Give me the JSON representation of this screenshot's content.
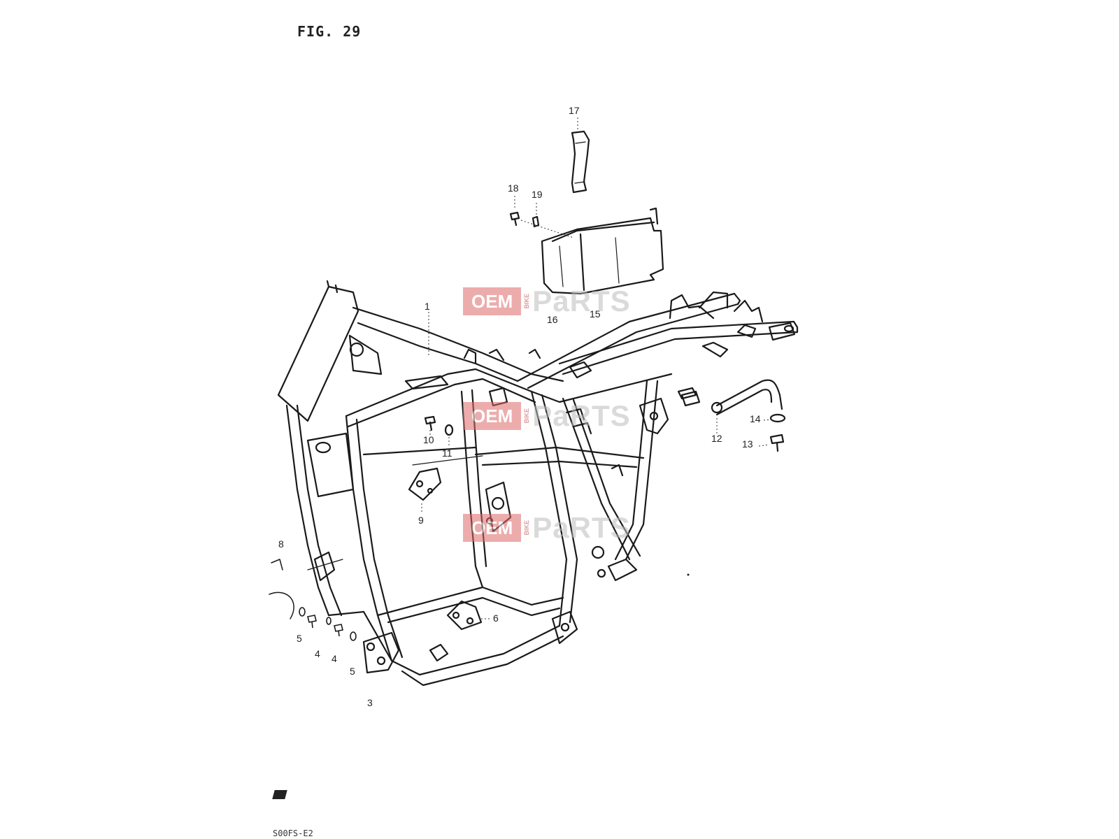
{
  "figure": {
    "label": "FIG. 29"
  },
  "footer": {
    "code": "S00FS-E2"
  },
  "watermark": {
    "box_text": "OEM",
    "side_text": "BIKE",
    "main_text": "PaRTS",
    "box_color": "#e06a6a"
  },
  "callouts": [
    {
      "id": "1",
      "text": "1"
    },
    {
      "id": "3",
      "text": "3"
    },
    {
      "id": "4a",
      "text": "4"
    },
    {
      "id": "4b",
      "text": "4"
    },
    {
      "id": "5a",
      "text": "5"
    },
    {
      "id": "5b",
      "text": "5"
    },
    {
      "id": "6",
      "text": "6"
    },
    {
      "id": "8",
      "text": "8"
    },
    {
      "id": "9",
      "text": "9"
    },
    {
      "id": "10",
      "text": "10"
    },
    {
      "id": "11",
      "text": "11"
    },
    {
      "id": "12",
      "text": "12"
    },
    {
      "id": "13",
      "text": "13"
    },
    {
      "id": "14",
      "text": "14"
    },
    {
      "id": "15",
      "text": "15"
    },
    {
      "id": "16",
      "text": "16"
    },
    {
      "id": "17",
      "text": "17"
    },
    {
      "id": "18",
      "text": "18"
    },
    {
      "id": "19",
      "text": "19"
    }
  ]
}
